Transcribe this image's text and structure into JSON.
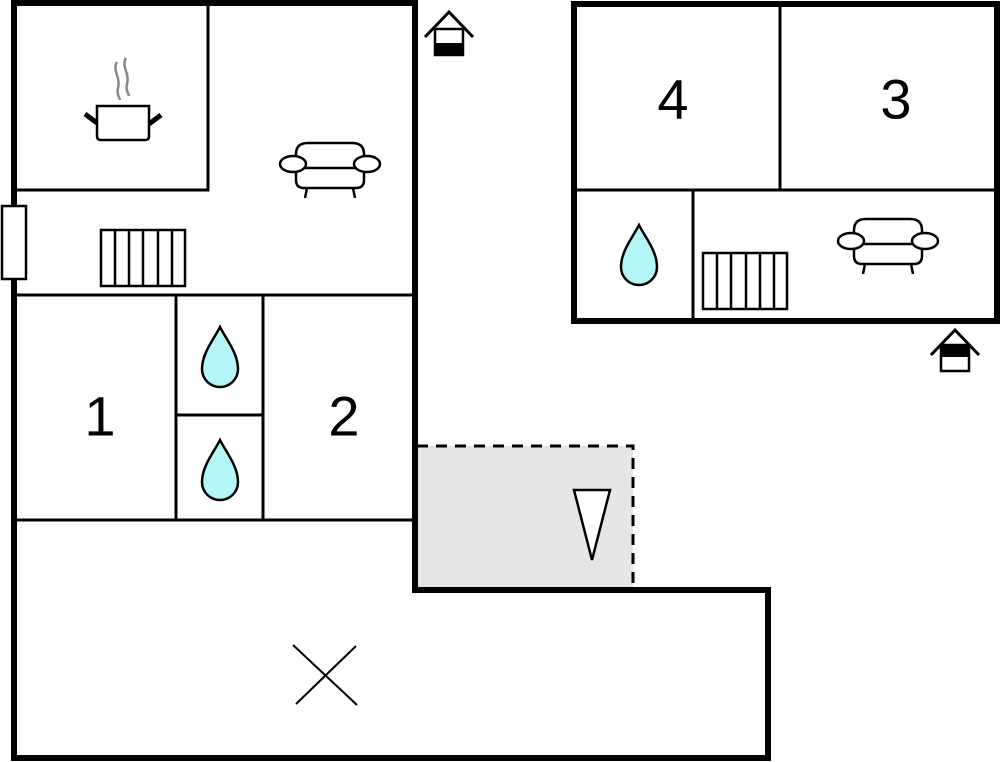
{
  "diagram": {
    "type": "floor-plan",
    "colors": {
      "wall": "#000000",
      "background": "#ffffff",
      "terrace_fill": "#e6e6e6",
      "water_fill": "#b3f7f7",
      "steam": "#888888"
    },
    "buildings": [
      {
        "id": "main-building",
        "rooms": [
          {
            "id": "kitchen",
            "label": "",
            "icon": "cooking-pot-icon"
          },
          {
            "id": "living-room",
            "label": "",
            "icons": [
              "sofa-icon",
              "radiator-icon"
            ]
          },
          {
            "id": "bedroom-1",
            "label": "1"
          },
          {
            "id": "bathroom-a",
            "label": "",
            "icon": "water-drop-icon"
          },
          {
            "id": "bathroom-b",
            "label": "",
            "icon": "water-drop-icon"
          },
          {
            "id": "bedroom-2",
            "label": "2"
          },
          {
            "id": "open-area",
            "label": "",
            "icon": "cross-mark-icon"
          }
        ],
        "entrance_icon": "entrance-house-icon"
      },
      {
        "id": "annex-building",
        "rooms": [
          {
            "id": "bedroom-4",
            "label": "4"
          },
          {
            "id": "bedroom-3",
            "label": "3"
          },
          {
            "id": "bathroom-c",
            "label": "",
            "icon": "water-drop-icon"
          },
          {
            "id": "annex-living",
            "label": "",
            "icons": [
              "radiator-icon",
              "sofa-icon"
            ]
          }
        ],
        "entrance_icon": "entrance-house-icon"
      }
    ],
    "terrace": {
      "id": "covered-terrace",
      "icon": "triangle-marker-icon",
      "border": "dashed"
    }
  }
}
